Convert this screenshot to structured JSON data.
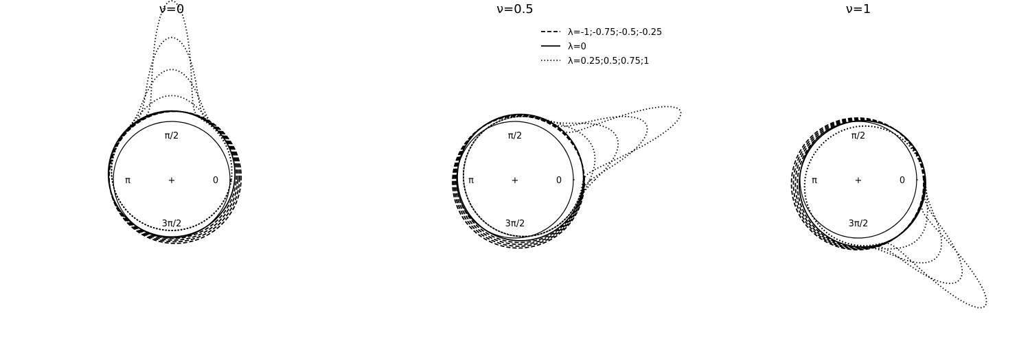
{
  "chart_data": [
    {
      "type": "line",
      "title": "ν=0",
      "nu": 0,
      "angle_labels": [
        "π/2",
        "π",
        "0",
        "3π/2"
      ],
      "series": [
        {
          "lambda": -1,
          "style": "dashed"
        },
        {
          "lambda": -0.75,
          "style": "dashed"
        },
        {
          "lambda": -0.5,
          "style": "dashed"
        },
        {
          "lambda": -0.25,
          "style": "dashed"
        },
        {
          "lambda": 0,
          "style": "solid"
        },
        {
          "lambda": 0.25,
          "style": "dotted"
        },
        {
          "lambda": 0.5,
          "style": "dotted"
        },
        {
          "lambda": 0.75,
          "style": "dotted"
        },
        {
          "lambda": 1,
          "style": "dotted"
        }
      ]
    },
    {
      "type": "line",
      "title": "ν=0.5",
      "nu": 0.5,
      "angle_labels": [
        "π/2",
        "π",
        "0",
        "3π/2"
      ],
      "series": [
        {
          "lambda": -1,
          "style": "dashed"
        },
        {
          "lambda": -0.75,
          "style": "dashed"
        },
        {
          "lambda": -0.5,
          "style": "dashed"
        },
        {
          "lambda": -0.25,
          "style": "dashed"
        },
        {
          "lambda": 0,
          "style": "solid"
        },
        {
          "lambda": 0.25,
          "style": "dotted"
        },
        {
          "lambda": 0.5,
          "style": "dotted"
        },
        {
          "lambda": 0.75,
          "style": "dotted"
        },
        {
          "lambda": 1,
          "style": "dotted"
        }
      ]
    },
    {
      "type": "line",
      "title": "ν=1",
      "nu": 1,
      "angle_labels": [
        "π/2",
        "π",
        "0",
        "3π/2"
      ],
      "series": [
        {
          "lambda": -1,
          "style": "dashed"
        },
        {
          "lambda": -0.75,
          "style": "dashed"
        },
        {
          "lambda": -0.5,
          "style": "dashed"
        },
        {
          "lambda": -0.25,
          "style": "dashed"
        },
        {
          "lambda": 0,
          "style": "solid"
        },
        {
          "lambda": 0.25,
          "style": "dotted"
        },
        {
          "lambda": 0.5,
          "style": "dotted"
        },
        {
          "lambda": 0.75,
          "style": "dotted"
        },
        {
          "lambda": 1,
          "style": "dotted"
        }
      ]
    }
  ],
  "legend": {
    "placement": "top",
    "entries": [
      {
        "style": "dashed",
        "label": "λ=-1;-0.75;-0.5;-0.25"
      },
      {
        "style": "solid",
        "label": "λ=0"
      },
      {
        "style": "dotted",
        "label": "λ=0.25;0.5;0.75;1"
      }
    ]
  },
  "center_marker": "+",
  "colors": {
    "line": "#000000",
    "background": "#ffffff"
  }
}
